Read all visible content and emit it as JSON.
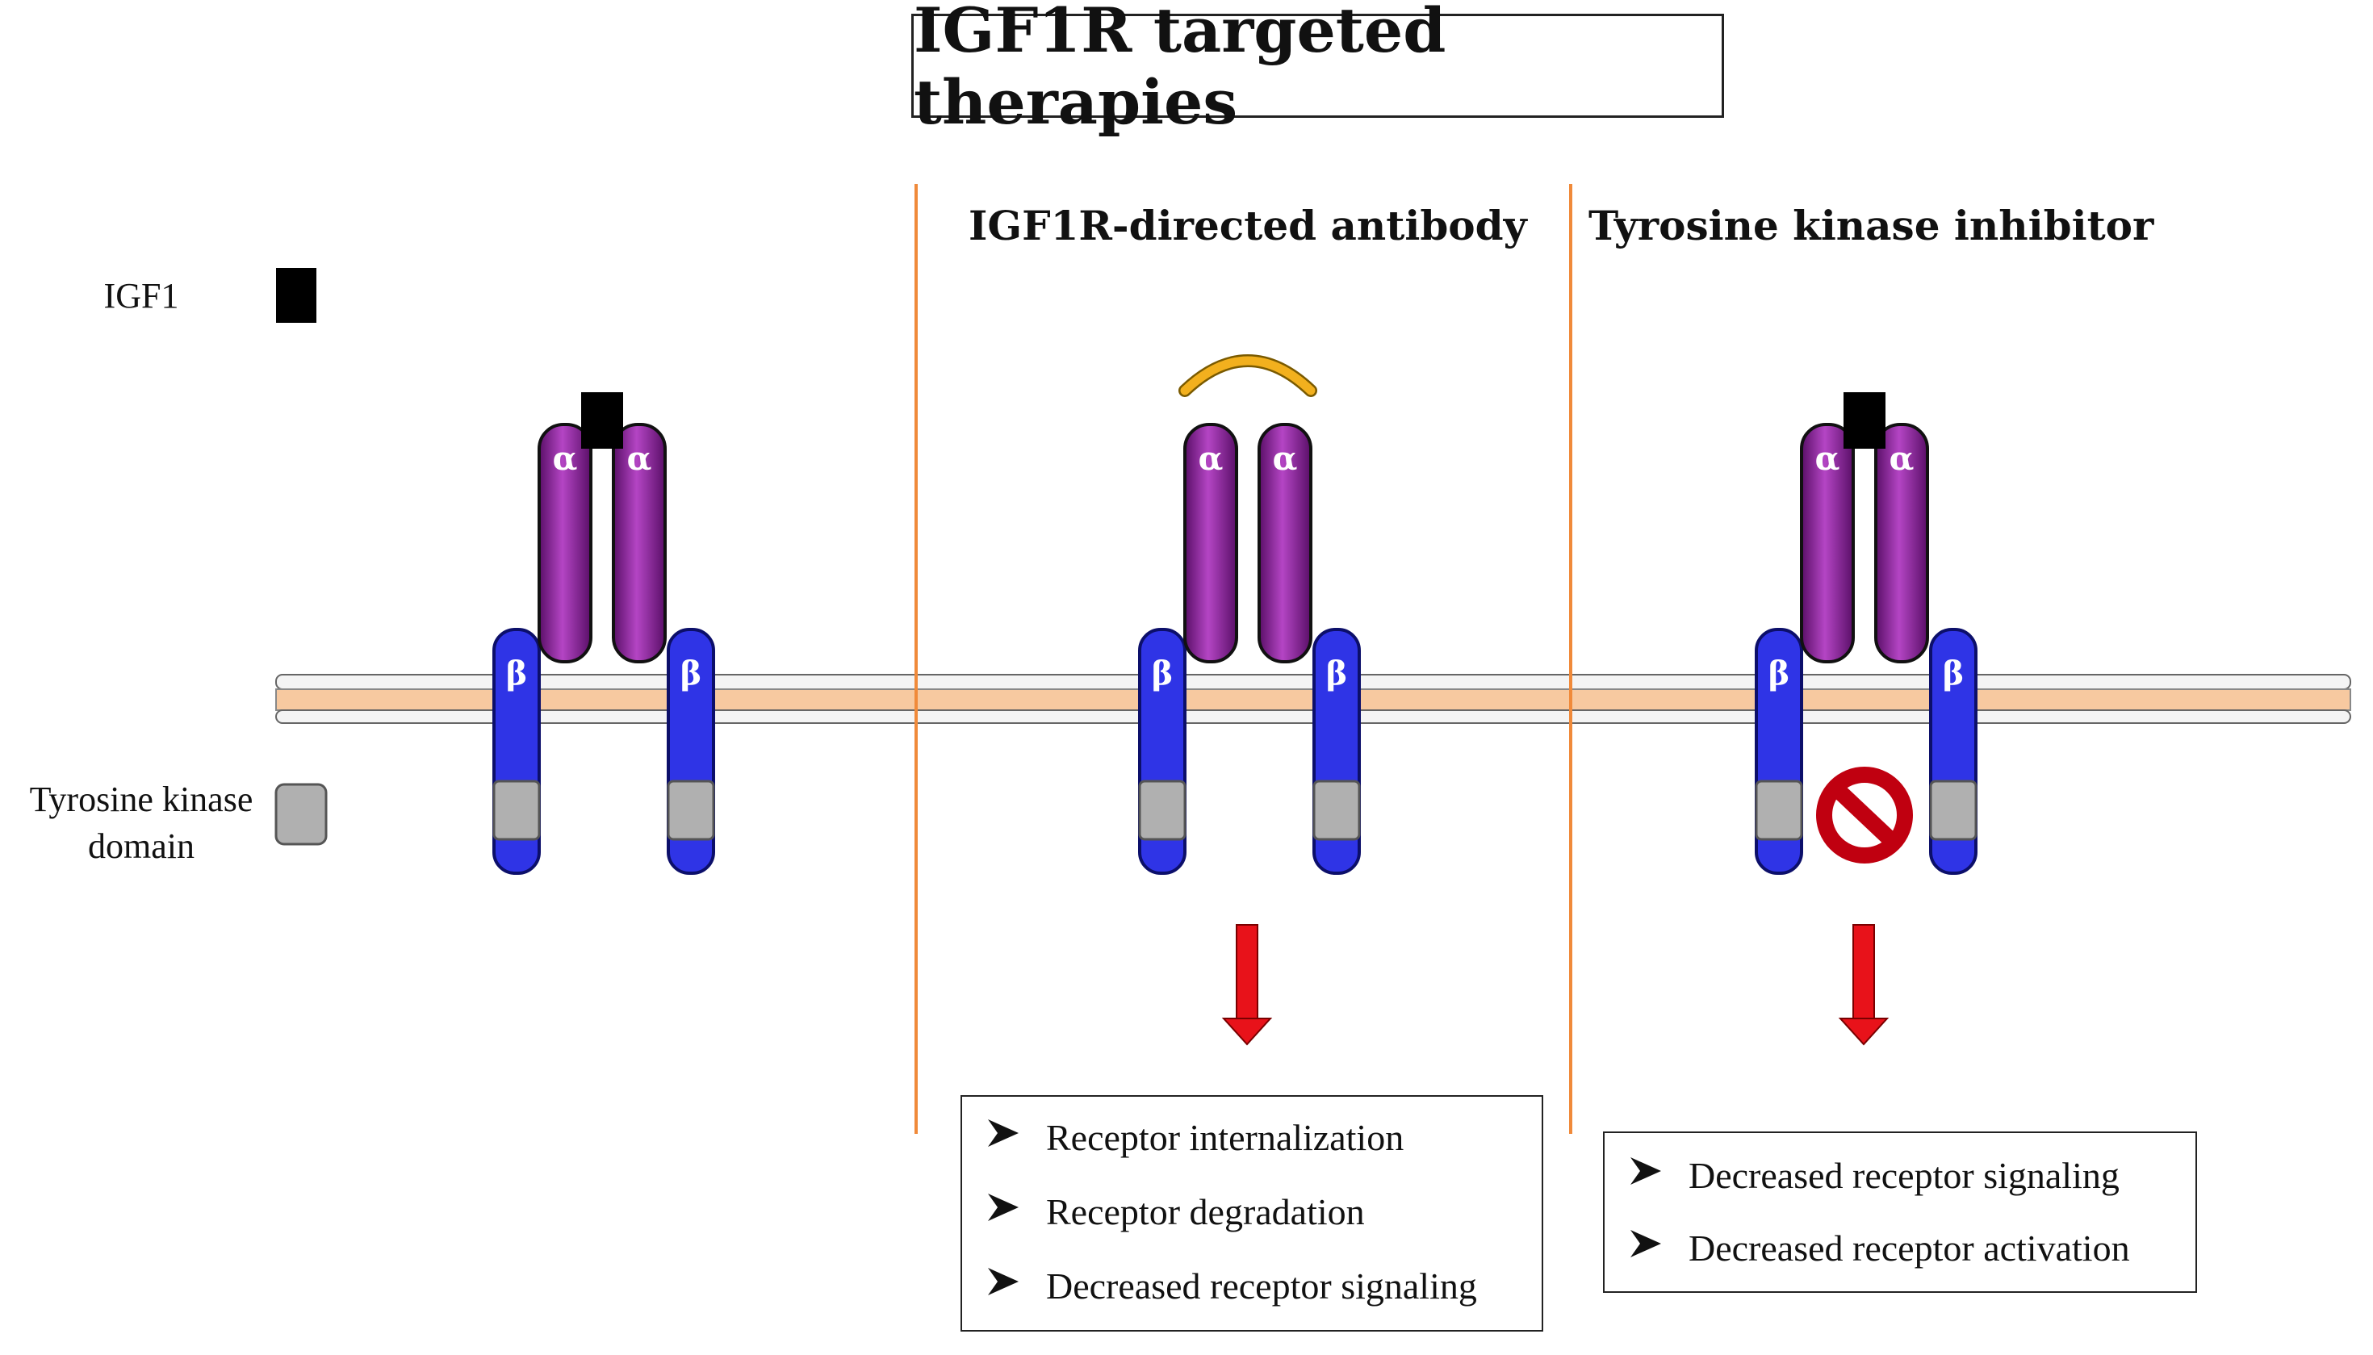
{
  "title": "IGF1R targeted therapies",
  "legend": {
    "ligand_label": "IGF1",
    "kinase_label_line1": "Tyrosine kinase",
    "kinase_label_line2": "domain"
  },
  "receptor": {
    "alpha_symbol": "α",
    "beta_symbol": "β"
  },
  "sections": {
    "antibody": {
      "title": "IGF1R-directed antibody",
      "effects": [
        "Receptor internalization",
        "Receptor degradation",
        "Decreased receptor signaling"
      ]
    },
    "tki": {
      "title": "Tyrosine kinase inhibitor",
      "effects": [
        "Decreased receptor signaling",
        "Decreased receptor activation"
      ]
    }
  },
  "colors": {
    "alpha": "#7a1a8a",
    "alpha_highlight": "#b445c4",
    "beta": "#2f34e6",
    "kinase": "#b0b0b0",
    "ligand": "#000000",
    "antibody": "#f2b01e",
    "membrane": "#f7c9a0",
    "divider": "#f08a3a",
    "arrow": "#e8121a",
    "inhibit": "#e0131c"
  }
}
